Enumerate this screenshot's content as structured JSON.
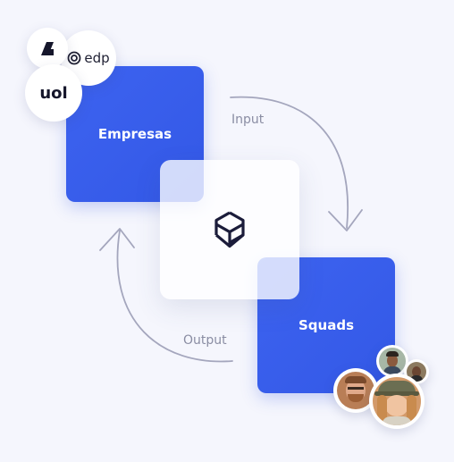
{
  "cards": {
    "empresas": "Empresas",
    "squads": "Squads"
  },
  "flow": {
    "input": "Input",
    "output": "Output"
  },
  "client_logos": [
    {
      "name": "a-logo",
      "text": ""
    },
    {
      "name": "edp-logo",
      "text": "edp"
    },
    {
      "name": "uol-logo",
      "text": "uol"
    }
  ],
  "colors": {
    "background": "#f5f6fd",
    "card_blue": "#3d63f0",
    "arrow": "#a4a6bd",
    "center_logo": "#1b1c3a"
  },
  "icons": [
    "center-hexagon-logo-icon",
    "input-arrow-icon",
    "output-arrow-icon"
  ]
}
